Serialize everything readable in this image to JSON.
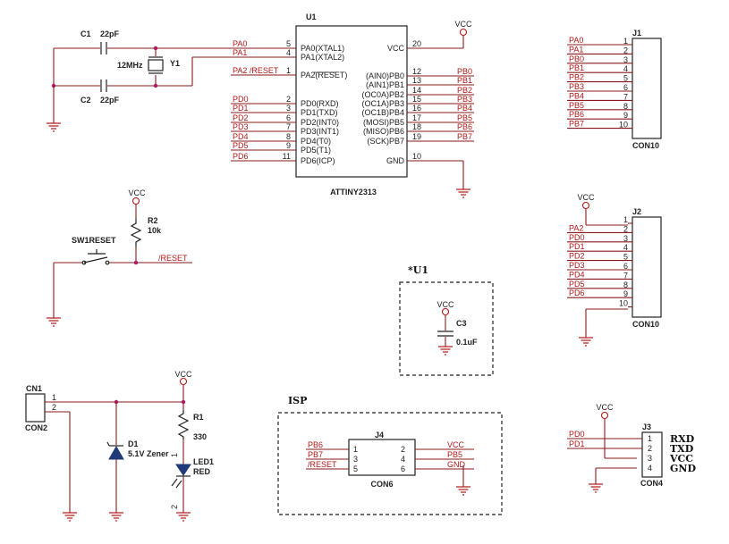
{
  "u1": {
    "ref": "U1",
    "part": "ATTINY2313",
    "left_pins": [
      {
        "num": "5",
        "name": "PA0(XTAL1)",
        "net": "PA0"
      },
      {
        "num": "4",
        "name": "PA1(XTAL2)",
        "net": "PA1"
      },
      {
        "num": "1",
        "name": "PA2(RESET)",
        "net": "PA2 /RESET"
      },
      {
        "num": "2",
        "name": "PD0(RXD)",
        "net": "PD0"
      },
      {
        "num": "3",
        "name": "PD1(TXD)",
        "net": "PD1"
      },
      {
        "num": "6",
        "name": "PD2(INT0)",
        "net": "PD2"
      },
      {
        "num": "7",
        "name": "PD3(INT1)",
        "net": "PD3"
      },
      {
        "num": "8",
        "name": "PD4(T0)",
        "net": "PD4"
      },
      {
        "num": "9",
        "name": "PD5(T1)",
        "net": "PD5"
      },
      {
        "num": "11",
        "name": "PD6(ICP)",
        "net": "PD6"
      }
    ],
    "right_pins": [
      {
        "num": "20",
        "name": "VCC",
        "net": ""
      },
      {
        "num": "12",
        "name": "(AIN0)PB0",
        "net": "PB0"
      },
      {
        "num": "13",
        "name": "(AIN1)PB1",
        "net": "PB1"
      },
      {
        "num": "14",
        "name": "(OC0A)PB2",
        "net": "PB2"
      },
      {
        "num": "15",
        "name": "(OC1A)PB3",
        "net": "PB3"
      },
      {
        "num": "16",
        "name": "(OC1B)PB4",
        "net": "PB4"
      },
      {
        "num": "17",
        "name": "(MOSI)PB5",
        "net": "PB5"
      },
      {
        "num": "18",
        "name": "(MISO)PB6",
        "net": "PB6"
      },
      {
        "num": "19",
        "name": "(SCK)PB7",
        "net": "PB7"
      },
      {
        "num": "10",
        "name": "GND",
        "net": ""
      }
    ]
  },
  "crystal": {
    "c1_ref": "C1",
    "c1_val": "22pF",
    "c2_ref": "C2",
    "c2_val": "22pF",
    "y1_ref": "Y1",
    "y1_val": "12MHz"
  },
  "reset": {
    "sw_ref": "SW1RESET",
    "r_ref": "R2",
    "r_val": "10k",
    "net": "/RESET"
  },
  "decoupling": {
    "title": "*U1",
    "ref": "C3",
    "val": "0.1uF"
  },
  "power": {
    "cn_ref": "CN1",
    "cn_part": "CON2",
    "pin1": "1",
    "pin2": "2",
    "d_ref": "D1",
    "d_val": "5.1V Zener",
    "r_ref": "R1",
    "r_val": "330",
    "led_ref": "LED1",
    "led_val": "RED",
    "led_pin1": "1",
    "led_pin2": "2"
  },
  "isp": {
    "title": "ISP",
    "ref": "J4",
    "part": "CON6",
    "rows": [
      {
        "l_net": "PB6",
        "l_num": "1",
        "r_num": "2",
        "r_net": "VCC"
      },
      {
        "l_net": "PB7",
        "l_num": "3",
        "r_num": "4",
        "r_net": "PB5"
      },
      {
        "l_net": "/RESET",
        "l_num": "5",
        "r_num": "6",
        "r_net": "GND"
      }
    ]
  },
  "j1": {
    "ref": "J1",
    "part": "CON10",
    "pins": [
      {
        "num": "1",
        "net": "PA0"
      },
      {
        "num": "2",
        "net": "PA1"
      },
      {
        "num": "3",
        "net": "PB0"
      },
      {
        "num": "4",
        "net": "PB1"
      },
      {
        "num": "5",
        "net": "PB2"
      },
      {
        "num": "6",
        "net": "PB3"
      },
      {
        "num": "7",
        "net": "PB4"
      },
      {
        "num": "8",
        "net": "PB5"
      },
      {
        "num": "9",
        "net": "PB6"
      },
      {
        "num": "10",
        "net": "PB7"
      }
    ]
  },
  "j2": {
    "ref": "J2",
    "part": "CON10",
    "pins": [
      {
        "num": "1",
        "net": ""
      },
      {
        "num": "2",
        "net": "PA2"
      },
      {
        "num": "3",
        "net": "PD0"
      },
      {
        "num": "4",
        "net": "PD1"
      },
      {
        "num": "5",
        "net": "PD2"
      },
      {
        "num": "6",
        "net": "PD3"
      },
      {
        "num": "7",
        "net": "PD4"
      },
      {
        "num": "8",
        "net": "PD5"
      },
      {
        "num": "9",
        "net": "PD6"
      },
      {
        "num": "10",
        "net": ""
      }
    ]
  },
  "j3": {
    "ref": "J3",
    "part": "CON4",
    "pins": [
      {
        "num": "1",
        "net": "PD0",
        "func": "RXD"
      },
      {
        "num": "2",
        "net": "PD1",
        "func": "TXD"
      },
      {
        "num": "3",
        "net": "",
        "func": "VCC"
      },
      {
        "num": "4",
        "net": "",
        "func": "GND"
      }
    ]
  },
  "vcc_label": "VCC"
}
